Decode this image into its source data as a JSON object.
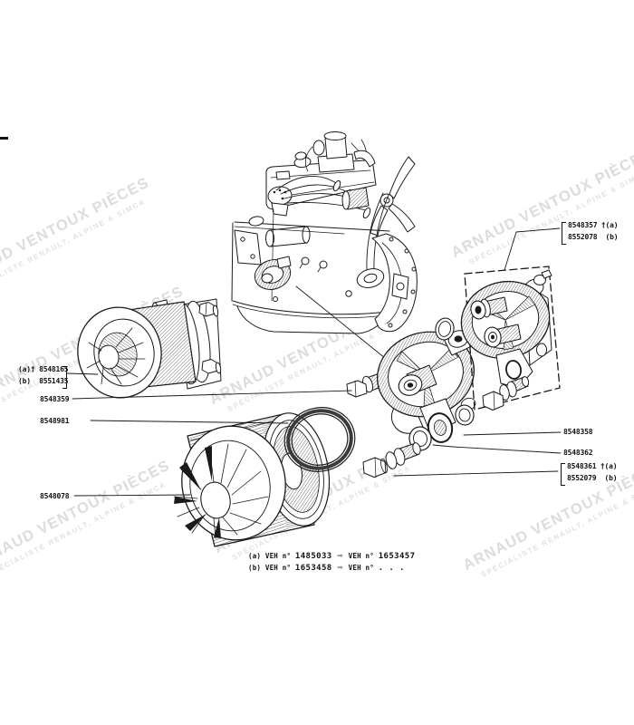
{
  "watermark": {
    "line1": "ARNAUD VENTOUX PIÈCES",
    "line2": "SPÉCIALISTE RENAULT, ALPINE & SIMCA",
    "color": "#dcdcdc"
  },
  "callouts": {
    "l1": {
      "line1": "(a)† 8548165",
      "line2": "(b)  8551435"
    },
    "l2": {
      "text": "8548359"
    },
    "l3": {
      "text": "8548981"
    },
    "l4": {
      "text": "8548078"
    },
    "r1": {
      "line1": "8548357 †(a)",
      "line2": "8552078  (b)"
    },
    "r2": {
      "text": "8548358"
    },
    "r3": {
      "text": "8548362"
    },
    "r4": {
      "line1": "8548361 †(a)",
      "line2": "8552079  (b)"
    }
  },
  "footnotes": {
    "a": {
      "label": "(a) VEH n° ",
      "num1": "1485033",
      "arrow": " ⇨ ",
      "mid": "VEH n° ",
      "num2": "1653457"
    },
    "b": {
      "label": "(b) VEH n° ",
      "num1": "1653458",
      "arrow": " ⇨ ",
      "mid": "VEH n° ",
      "num2": ". . ."
    }
  },
  "drawing": {
    "line_color": "#1a1a1a",
    "subject": "oil-filter-exploded-parts-diagram"
  }
}
